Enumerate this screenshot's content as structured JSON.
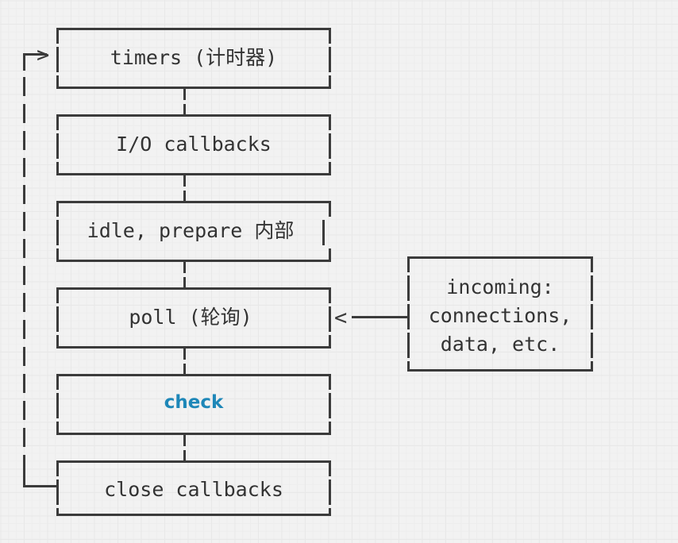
{
  "diagram": {
    "title_semantic": "nodejs-event-loop-phases",
    "background_color": "#f2f2f2",
    "line_color": "#3b3b3b",
    "text_color": "#333333",
    "accent_color": "#1e87b8",
    "phases": [
      {
        "id": "timers",
        "label": "timers (计时器)",
        "accent": false
      },
      {
        "id": "io-callbacks",
        "label": "I/O callbacks",
        "accent": false
      },
      {
        "id": "idle-prepare",
        "label": "idle, prepare 内部",
        "accent": false
      },
      {
        "id": "poll",
        "label": "poll (轮询)",
        "accent": false
      },
      {
        "id": "check",
        "label": "check",
        "accent": true
      },
      {
        "id": "close-callbacks",
        "label": "close callbacks",
        "accent": false
      }
    ],
    "side_box": {
      "id": "incoming",
      "lines": [
        "incoming:",
        "connections,",
        "data, etc."
      ]
    },
    "arrows": {
      "loop_arrowhead": ">",
      "incoming_arrowhead": "<"
    }
  }
}
